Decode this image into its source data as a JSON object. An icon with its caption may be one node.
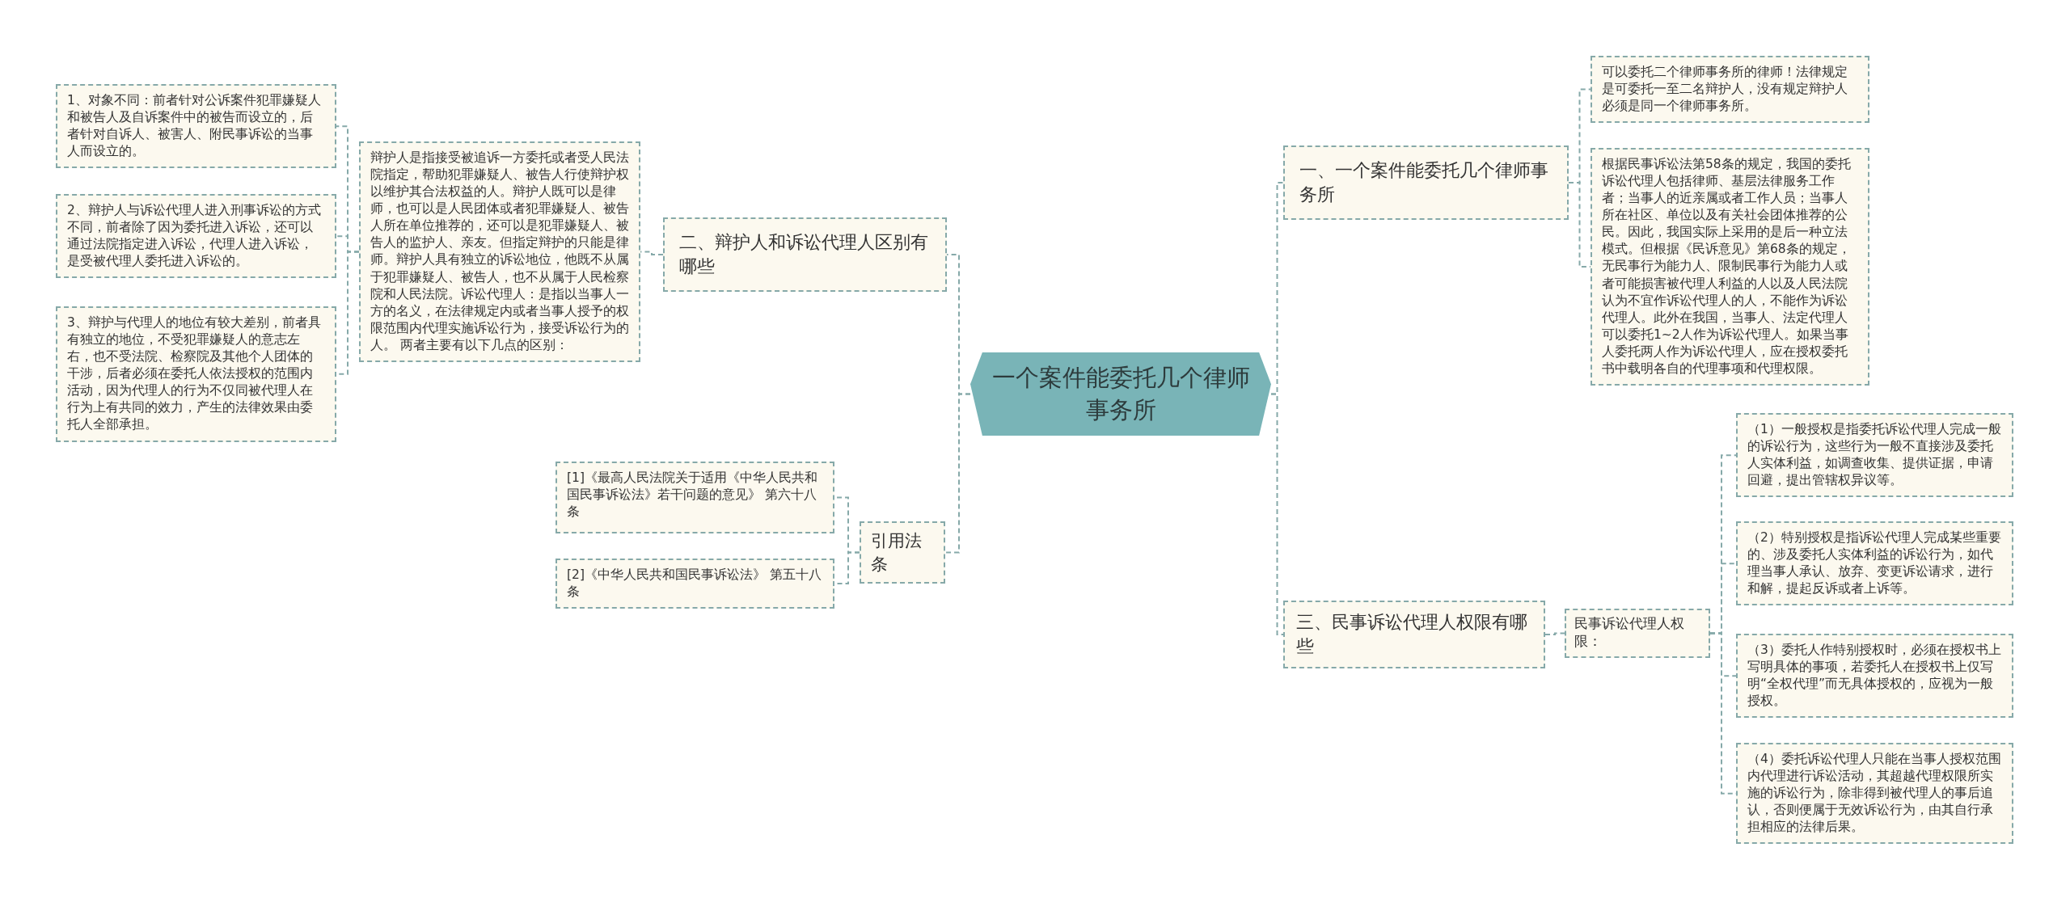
{
  "diagram": {
    "nodes": [
      {
        "text": [
          "一个案件能委托几个律师事务所"
        ]
      },
      {
        "text": [
          "一、一个案件能委托几个律师事务所"
        ]
      },
      {
        "text": [
          "可以委托二个律师事务所的律师！法律规定是可委托一至二名辩护人，没有规定辩护人必须是同一个律师事务所。"
        ]
      },
      {
        "text": [
          "根据民事诉讼法第58条的规定，我国的委托诉讼代理人包括律师、基层法律服务工作者；当事人的近亲属或者工作人员；当事人所在社区、单位以及有关社会团体推荐的公民。因此，我国实际上采用的是后一种立法模式。但根据《民诉意见》第68条的规定，无民事行为能力人、限制民事行为能力人或者可能损害被代理人利益的人以及人民法院认为不宜作诉讼代理人的人，不能作为诉讼代理人。此外在我国，当事人、法定代理人可以委托1~2人作为诉讼代理人。如果当事人委托两人作为诉讼代理人，应在授权委托书中载明各自的代理事项和代理权限。"
        ]
      },
      {
        "text": [
          "二、辩护人和诉讼代理人区别有哪些"
        ]
      },
      {
        "text": [
          "辩护人是指接受被追诉一方委托或者受人民法院指定，帮助犯罪嫌疑人、被告人行使辩护权以维护其合法权益的人。辩护人既可以是律师，也可以是人民团体或者犯罪嫌疑人、被告人所在单位推荐的，还可以是犯罪嫌疑人、被告人的监护人、亲友。但指定辩护的只能是律师。辩护人具有独立的诉讼地位，他既不从属于犯罪嫌疑人、被告人，也不从属于人民检察院和人民法院。诉讼代理人：是指以当事人一方的名义，在法律规定内或者当事人授予的权限范围内代理实施诉讼行为，接受诉讼行为的人。 两者主要有以下几点的区别："
        ]
      },
      {
        "text": [
          "1、对象不同：前者针对公诉案件犯罪嫌疑人和被告人及自诉案件中的被告而设立的，后者针对自诉人、被害人、附民事诉讼的当事人而设立的。"
        ]
      },
      {
        "text": [
          "2、辩护人与诉讼代理人进入刑事诉讼的方式不同，前者除了因为委托进入诉讼，还可以通过法院指定进入诉讼，代理人进入诉讼，是受被代理人委托进入诉讼的。"
        ]
      },
      {
        "text": [
          "3、辩护与代理人的地位有较大差别，前者具有独立的地位，不受犯罪嫌疑人的意志左右，也不受法院、检察院及其他个人团体的干涉，后者必须在委托人依法授权的范围内活动，因为代理人的行为不仅同被代理人在行为上有共同的效力，产生的法律效果由委托人全部承担。"
        ]
      },
      {
        "text": [
          "引用法条"
        ]
      },
      {
        "text": [
          "[1]《最高人民法院关于适用《中华人民共和国民事诉讼法》若干问题的意见》 第六十八条"
        ]
      },
      {
        "text": [
          "[2]《中华人民共和国民事诉讼法》 第五十八条"
        ]
      },
      {
        "text": [
          "三、民事诉讼代理人权限有哪些"
        ]
      },
      {
        "text": [
          "民事诉讼代理人权限："
        ]
      },
      {
        "text": [
          "（1）一般授权是指委托诉讼代理人完成一般的诉讼行为，这些行为一般不直接涉及委托人实体利益，如调查收集、提供证据，申请回避，提出管辖权异议等。"
        ]
      },
      {
        "text": [
          "（2）特别授权是指诉讼代理人完成某些重要的、涉及委托人实体利益的诉讼行为，如代理当事人承认、放弃、变更诉讼请求，进行和解，提起反诉或者上诉等。"
        ]
      },
      {
        "text": [
          "（3）委托人作特别授权时，必须在授权书上写明具体的事项，若委托人在授权书上仅写明“全权代理”而无具体授权的，应视为一般授权。"
        ]
      },
      {
        "text": [
          "（4）委托诉讼代理人只能在当事人授权范围内代理进行诉讼活动，其超越代理权限所实施的诉讼行为，除非得到被代理人的事后追认，否则便属于无效诉讼行为，由其自行承担相应的法律后果。"
        ]
      }
    ],
    "edges": [
      {
        "from": 0,
        "to": 1,
        "arrow": "none"
      },
      {
        "from": 1,
        "to": 2,
        "arrow": "none"
      },
      {
        "from": 1,
        "to": 3,
        "arrow": "none"
      },
      {
        "from": 0,
        "to": 4,
        "arrow": "none"
      },
      {
        "from": 4,
        "to": 5,
        "arrow": "none"
      },
      {
        "from": 5,
        "to": 6,
        "arrow": "none"
      },
      {
        "from": 5,
        "to": 7,
        "arrow": "none"
      },
      {
        "from": 5,
        "to": 8,
        "arrow": "none"
      },
      {
        "from": 0,
        "to": 9,
        "arrow": "none"
      },
      {
        "from": 9,
        "to": 10,
        "arrow": "none"
      },
      {
        "from": 9,
        "to": 11,
        "arrow": "none"
      },
      {
        "from": 0,
        "to": 12,
        "arrow": "none"
      },
      {
        "from": 12,
        "to": 13,
        "arrow": "none"
      },
      {
        "from": 13,
        "to": 14,
        "arrow": "none"
      },
      {
        "from": 13,
        "to": 15,
        "arrow": "none"
      },
      {
        "from": 13,
        "to": 16,
        "arrow": "none"
      },
      {
        "from": 13,
        "to": 17,
        "arrow": "none"
      }
    ]
  }
}
